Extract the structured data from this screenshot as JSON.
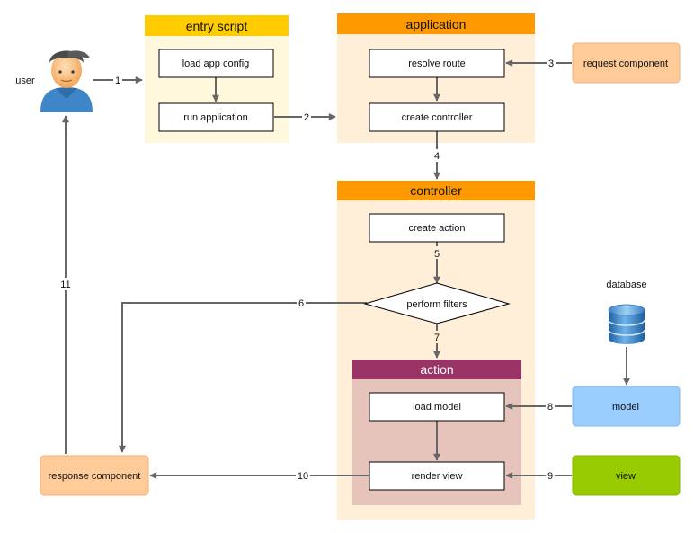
{
  "user_label": "user",
  "database_label": "database",
  "groups": {
    "entry_script": "entry script",
    "application": "application",
    "controller": "controller",
    "action": "action"
  },
  "nodes": {
    "load_app_config": "load app config",
    "run_application": "run application",
    "resolve_route": "resolve route",
    "create_controller": "create controller",
    "request_component": "request component",
    "create_action": "create action",
    "perform_filters": "perform filters",
    "load_model": "load model",
    "render_view": "render view",
    "model": "model",
    "view": "view",
    "response_component": "response component"
  },
  "steps": {
    "s1": "1",
    "s2": "2",
    "s3": "3",
    "s4": "4",
    "s5": "5",
    "s6": "6",
    "s7": "7",
    "s8": "8",
    "s9": "9",
    "s10": "10",
    "s11": "11"
  },
  "colors": {
    "entry_header": "#ffcc00",
    "entry_body": "#fff8dc",
    "app_header": "#ff9900",
    "app_body": "#ffefd9",
    "action_header": "#993366",
    "action_body": "#e6c4bc",
    "orange_component": "#ffcc99",
    "model_fill": "#99ccff",
    "view_fill": "#99cc00",
    "arrow": "#666666"
  }
}
